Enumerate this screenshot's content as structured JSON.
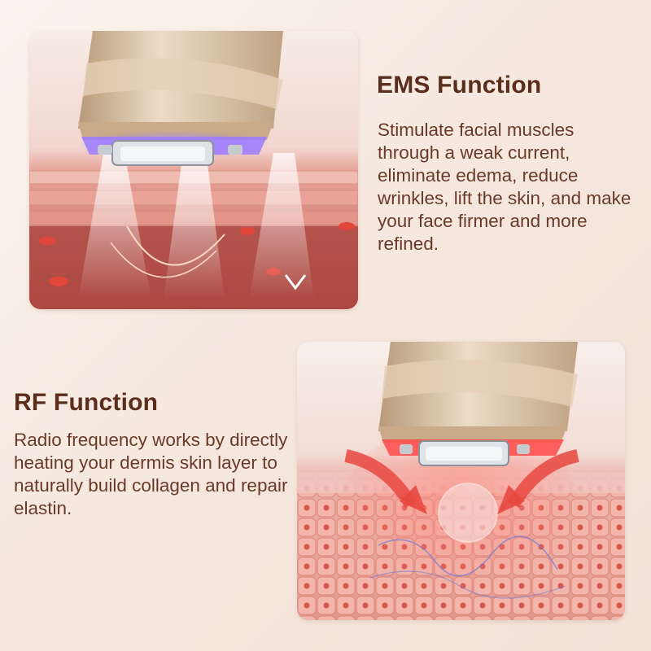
{
  "ems": {
    "heading": "EMS Function",
    "description": "Stimulate facial muscles through a weak current, eliminate edema, reduce wrinkles, lift the skin, and make your face firmer and more refined.",
    "light_color": "#9b7bff"
  },
  "rf": {
    "heading": "RF Function",
    "description": "Radio frequency works by directly heating your dermis skin layer to naturally build collagen and repair elastin.",
    "light_color": "#ff4a4a"
  },
  "colors": {
    "heading": "#5b2d1c",
    "text": "#6a3a28",
    "device_gold": "#d9bf9f",
    "skin": "#e9a196"
  },
  "icons": {
    "ems_image": "ems-device-skin-illustration",
    "rf_image": "rf-device-skin-illustration"
  }
}
